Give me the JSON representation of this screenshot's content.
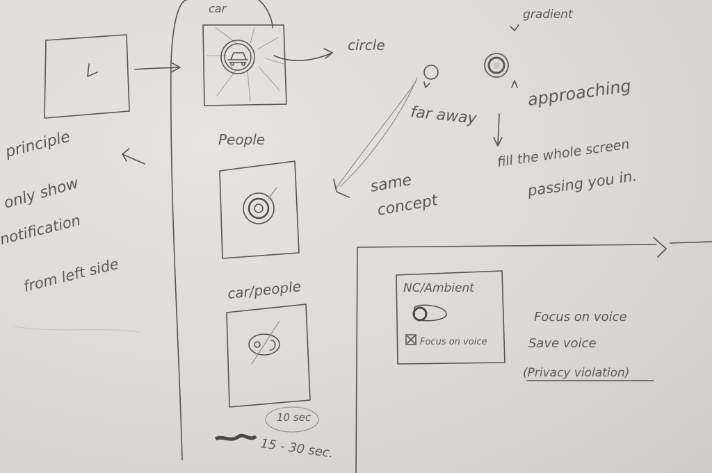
{
  "sketch": {
    "labels": {
      "principle": "principle",
      "only_show": "only show",
      "notification": "notification",
      "from_left_side": "from left side",
      "car": "car",
      "circle": "circle",
      "gradient": "gradient",
      "far_away": "far away",
      "approaching": "approaching",
      "people": "People",
      "fill_whole_screen": "fill the whole screen",
      "passing_you_in": "passing you in.",
      "same": "same",
      "concept": "concept",
      "car_people": "car/people",
      "ten_sec": "10 sec",
      "fifteen_thirty_sec": "15 - 30 sec.",
      "nc_ambient": "NC/Ambient",
      "focus_on_voice_checkbox": "Focus on voice",
      "focus_on_voice": "Focus on voice",
      "save_voice": "Save voice",
      "privacy_violation": "(Privacy violation)"
    }
  }
}
